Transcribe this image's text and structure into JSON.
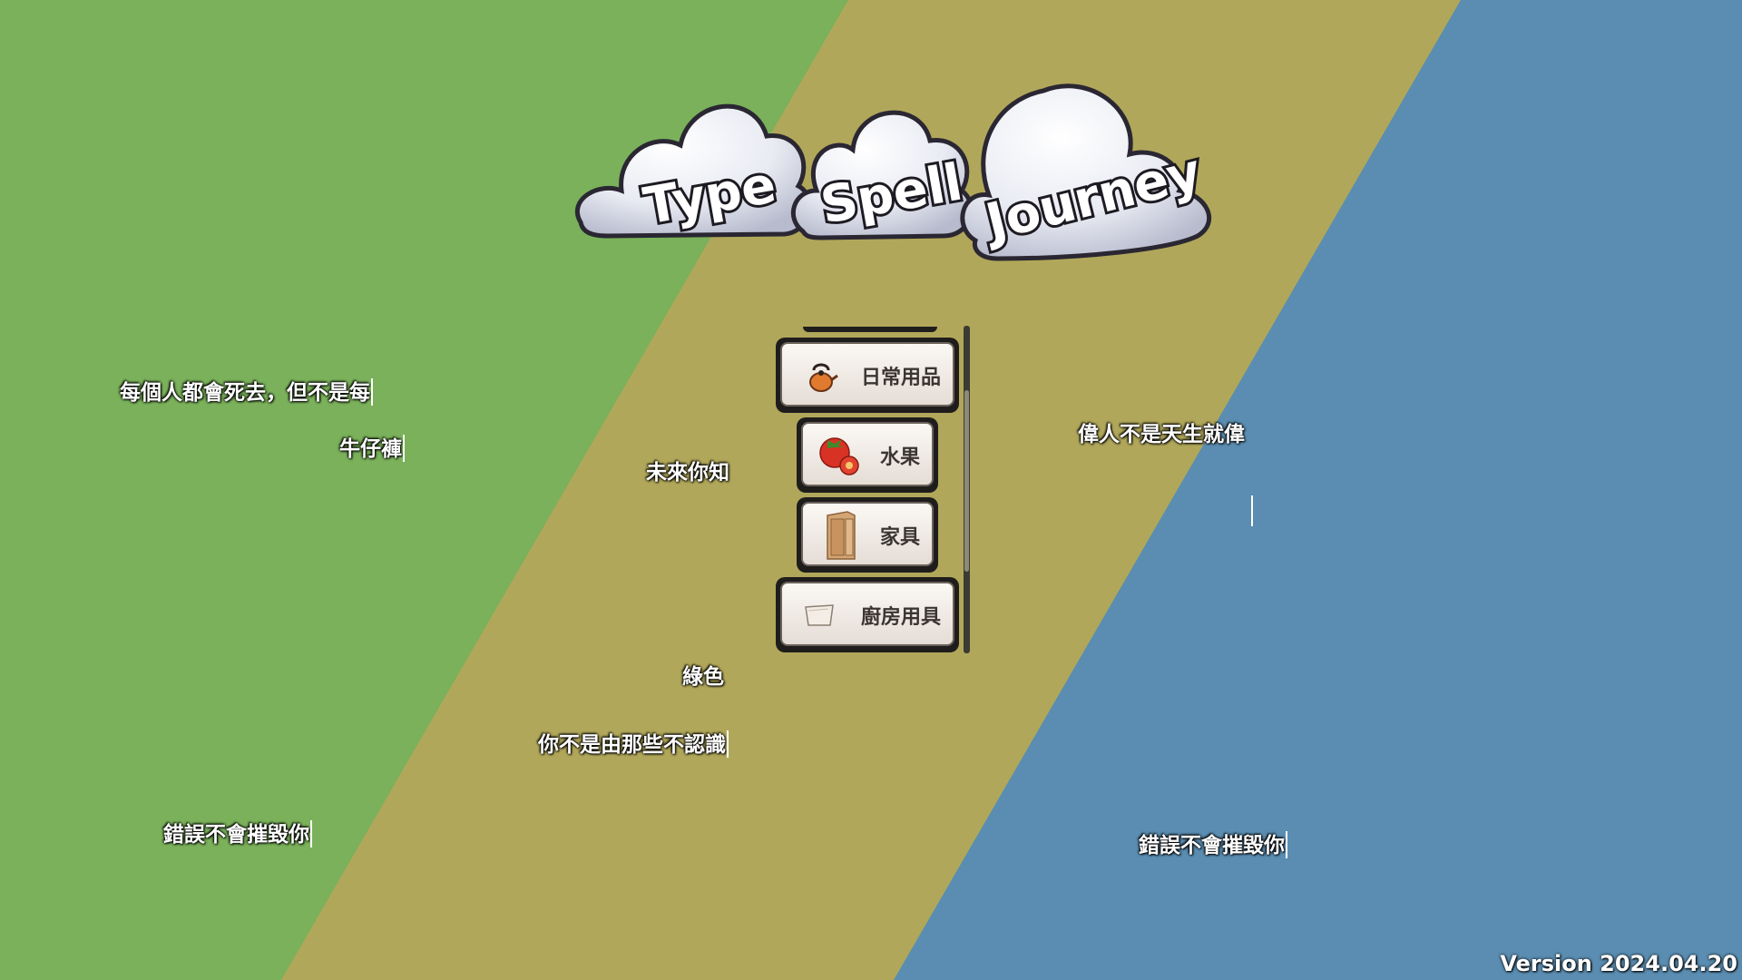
{
  "background": {
    "colors": {
      "green": "#7ab15a",
      "olive": "#b1a75a",
      "blue": "#5a8db1"
    }
  },
  "logo": {
    "words": [
      "Type",
      "Spell",
      "Journey"
    ]
  },
  "falling_words": [
    {
      "text": "每個人都會死去，但不是每",
      "caret": true
    },
    {
      "text": "牛仔褲",
      "caret": true
    },
    {
      "text": "未來你知",
      "caret": false
    },
    {
      "text": "偉人不是天生就偉",
      "caret": false
    },
    {
      "text": "綠色",
      "caret": false
    },
    {
      "text": "你不是由那些不認識",
      "caret": true
    },
    {
      "text": "錯誤不會摧毀你",
      "caret": true
    },
    {
      "text": "錯誤不會摧毀你",
      "caret": true
    }
  ],
  "category_menu": {
    "items": [
      {
        "label": "日常用品",
        "icon": "kettle-icon"
      },
      {
        "label": "水果",
        "icon": "tomato-icon"
      },
      {
        "label": "家具",
        "icon": "cabinet-icon"
      },
      {
        "label": "廚房用具",
        "icon": "cutting-board-icon"
      }
    ]
  },
  "version": "Version 2024.04.20"
}
